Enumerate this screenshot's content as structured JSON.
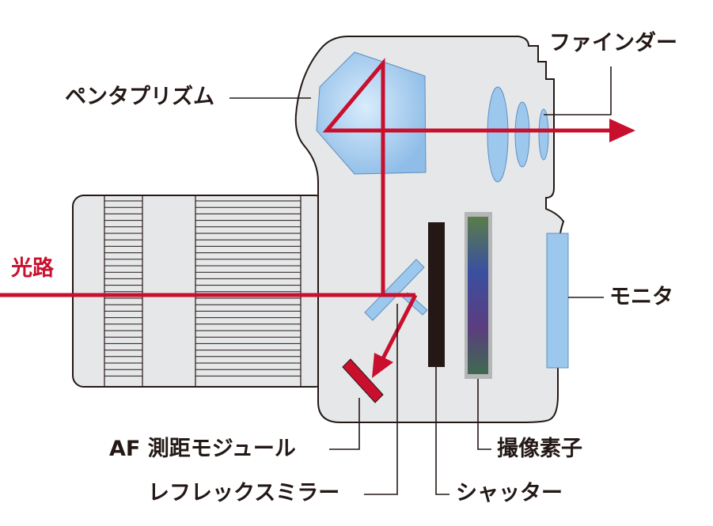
{
  "labels": {
    "pentaprism": "ペンタプリズム",
    "finder": "ファインダー",
    "light_path": "光路",
    "monitor": "モニタ",
    "af_module": "AF 測距モジュール",
    "sensor": "撮像素子",
    "reflex_mirror": "レフレックスミラー",
    "shutter": "シャッター"
  },
  "colors": {
    "light_path": "#c8102e",
    "body_fill": "#e6e7e8",
    "outline": "#231815",
    "optics": "#9cc8ee",
    "shutter": "#231815"
  }
}
